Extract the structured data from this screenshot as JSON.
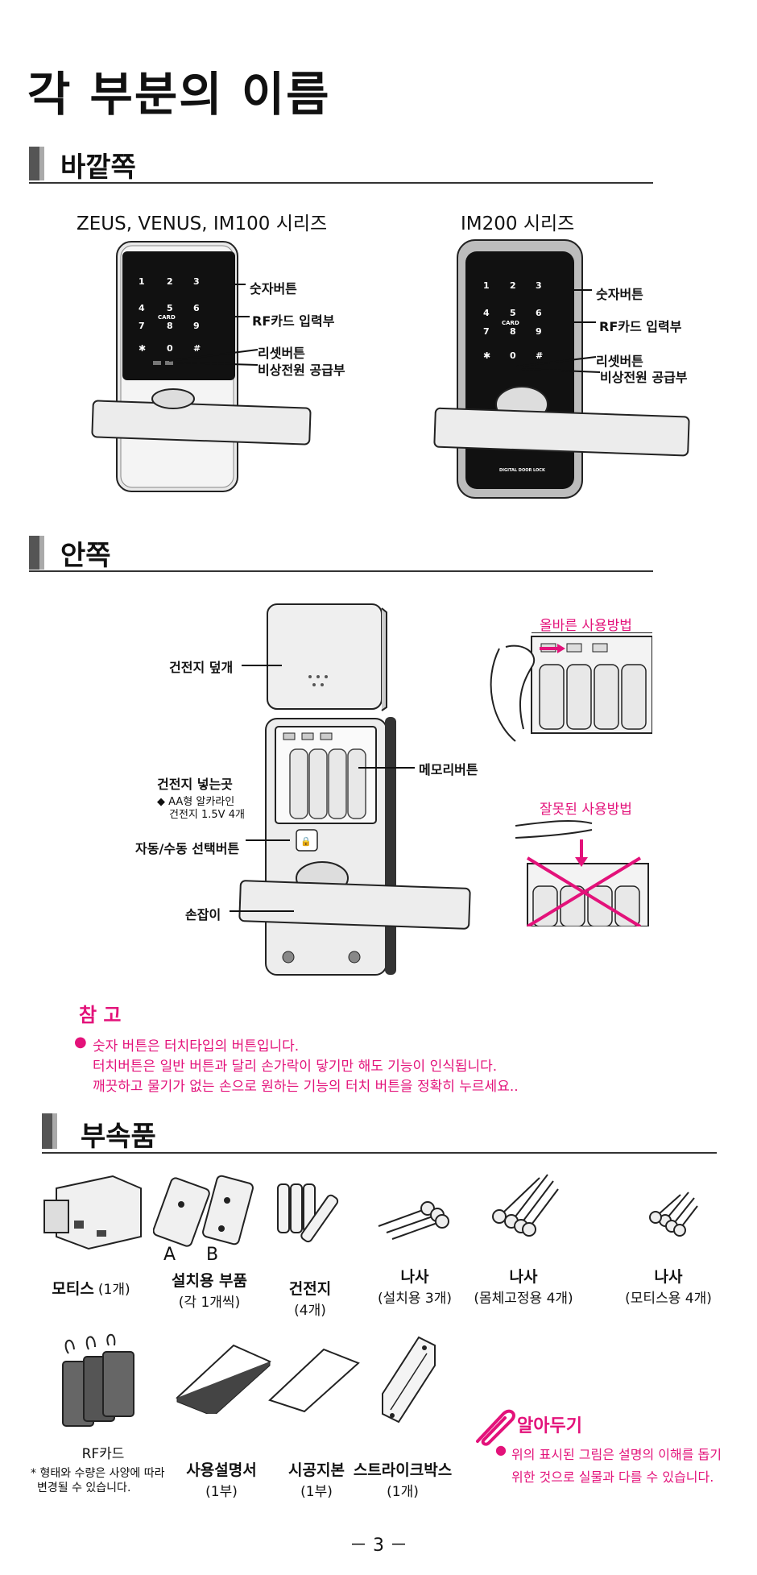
{
  "page_title": "각 부분의 이름",
  "outside": {
    "heading": "바깥쪽",
    "left_series": "ZEUS, VENUS, IM100 시리즈",
    "right_series": "IM200 시리즈",
    "labels": {
      "number_button": "숫자버튼",
      "rf_card": "RF카드 입력부",
      "reset_button": "리셋버튼",
      "emergency_power": "비상전원 공급부"
    },
    "keypad": [
      "1",
      "2",
      "3",
      "4",
      "5",
      "6",
      "7",
      "8",
      "9",
      "✱",
      "0",
      "#"
    ],
    "card_text": "CARD"
  },
  "inside": {
    "heading": "안쪽",
    "battery_cover": "건전지 덮개",
    "battery_slot": "건전지 넣는곳",
    "battery_note_1": "◆ AA형 알카라인",
    "battery_note_2": "건전지 1.5V 4개",
    "auto_manual": "자동/수동 선택버튼",
    "handle": "손잡이",
    "memory_button": "메모리버튼",
    "correct_usage": "올바른 사용방법",
    "wrong_usage": "잘못된 사용방법"
  },
  "note": {
    "heading": "참 고",
    "line1": "숫자 버튼은 터치타입의 버튼입니다.",
    "line2": "터치버튼은 일반 버튼과 달리 손가락이 닿기만 해도 기능이 인식됩니다.",
    "line3": "깨끗하고 물기가 없는 손으로 원하는 기능의 터치 버튼을 정확히 누르세요.."
  },
  "accessories": {
    "heading": "부속품",
    "items_row1": [
      {
        "name": "모티스",
        "sub": "(1개)"
      },
      {
        "name": "설치용 부품",
        "sub": "(각 1개씩)",
        "marks": [
          "A",
          "B"
        ]
      },
      {
        "name": "건전지",
        "sub": "(4개)"
      },
      {
        "name": "나사",
        "sub": "(설치용 3개)"
      },
      {
        "name": "나사",
        "sub": "(몸체고정용 4개)"
      },
      {
        "name": "나사",
        "sub": "(모티스용 4개)"
      }
    ],
    "items_row2": [
      {
        "name": "RF카드",
        "sub": "* 형태와 수량은 사양에 따라",
        "sub2": "변경될 수 있습니다."
      },
      {
        "name": "사용설명서",
        "sub": "(1부)"
      },
      {
        "name": "시공지본",
        "sub": "(1부)"
      },
      {
        "name": "스트라이크박스",
        "sub": "(1개)"
      }
    ]
  },
  "tip": {
    "heading": "알아두기",
    "line1": "위의 표시된 그림은 설명의 이해를 돕기",
    "line2": "위한 것으로 실물과 다를 수 있습니다."
  },
  "page_number": "－ 3 －",
  "colors": {
    "accent": "#e3127a",
    "ink": "#111111",
    "bar": "#555555"
  }
}
